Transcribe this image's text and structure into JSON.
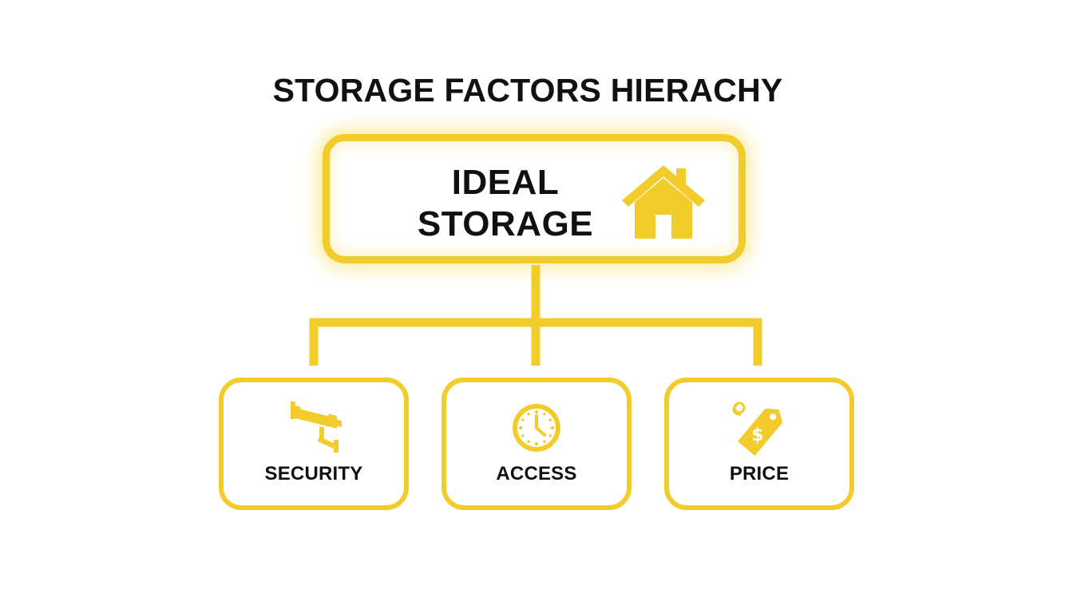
{
  "diagram": {
    "title": "STORAGE FACTORS HIERACHY",
    "root": {
      "label_line1": "IDEAL",
      "label_line2": "STORAGE",
      "icon": "house-icon"
    },
    "children": [
      {
        "label": "SECURITY",
        "icon": "security-camera-icon"
      },
      {
        "label": "ACCESS",
        "icon": "clock-icon"
      },
      {
        "label": "PRICE",
        "icon": "price-tag-icon"
      }
    ],
    "colors": {
      "accent": "#f2cc2b",
      "text": "#111111",
      "background": "#ffffff"
    }
  }
}
